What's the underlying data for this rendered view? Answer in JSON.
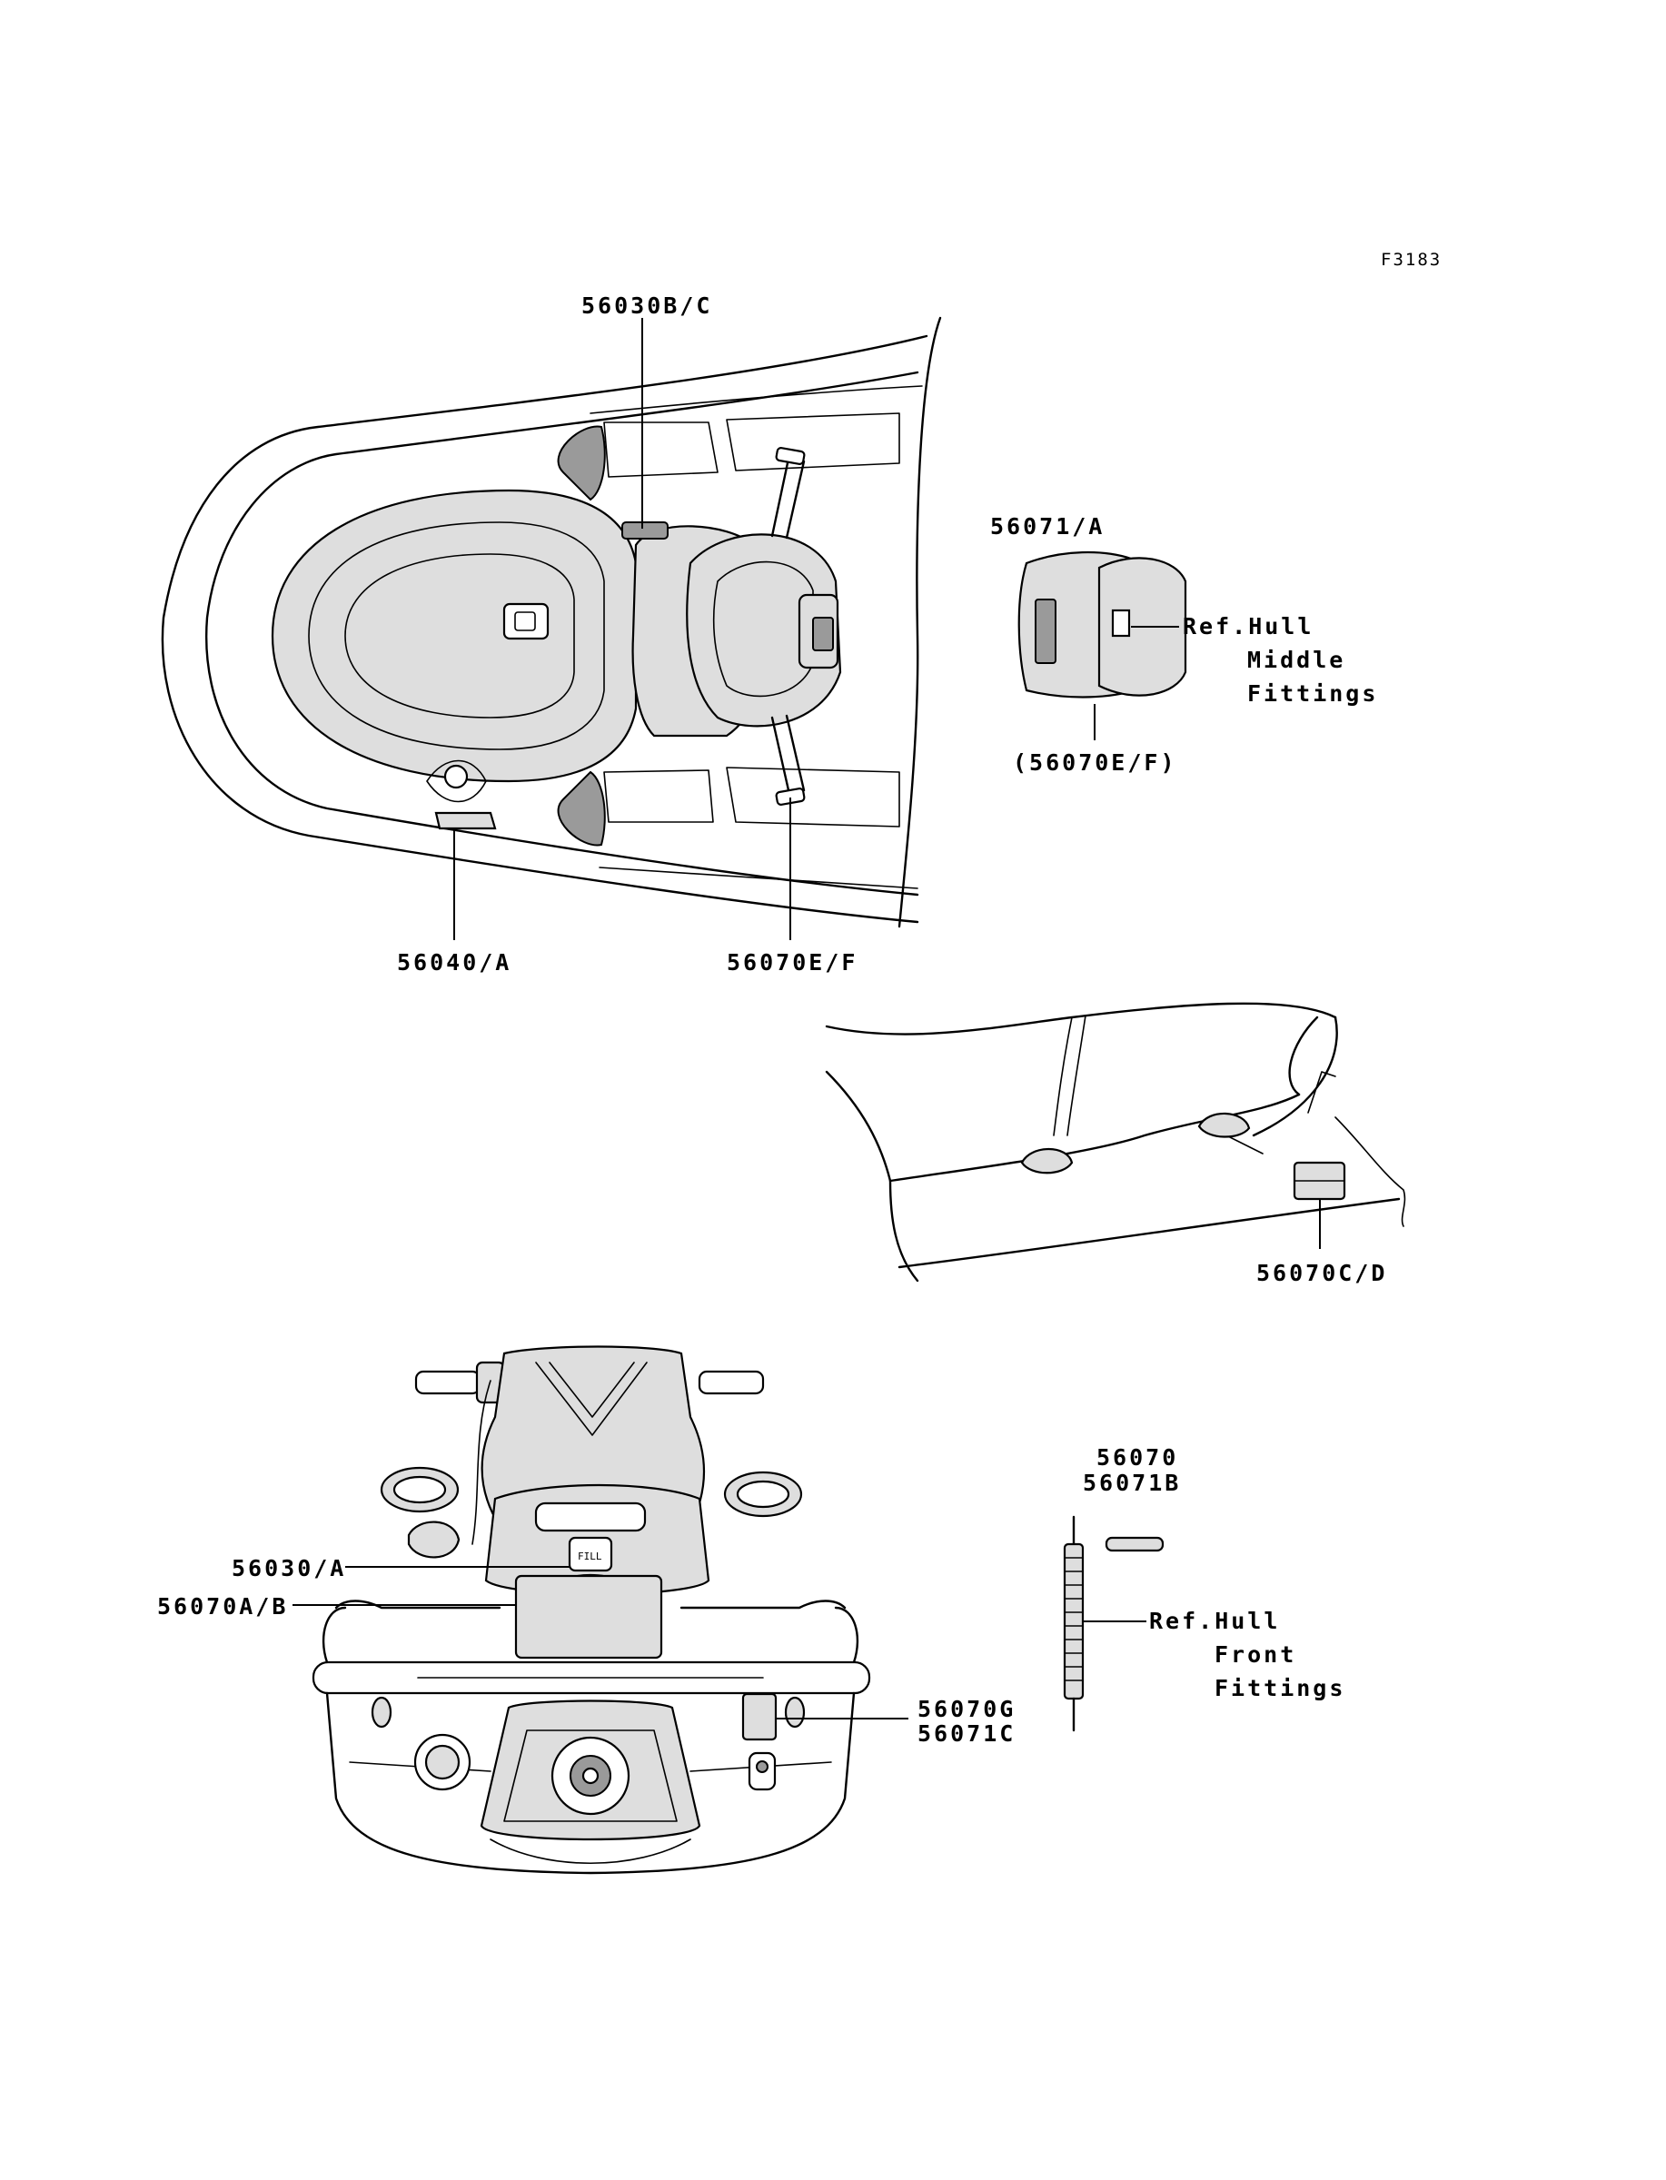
{
  "figure_id": "F3183",
  "top_view": {
    "labels": {
      "seat_lock": "56030B/C",
      "rear_step": "56040/A",
      "handle_grip": "56070E/F"
    }
  },
  "fitting_detail_middle": {
    "part": "56071/A",
    "part_paren": "(56070E/F)",
    "ref_lines": [
      "Ref.Hull",
      "Middle",
      "Fittings"
    ]
  },
  "side_view": {
    "labels": {
      "side_decal": "56070C/D"
    }
  },
  "rear_view": {
    "labels": {
      "fuel_cap": "56030/A",
      "rear_panel": "56070A/B",
      "right_decal_1": "56070G",
      "right_decal_2": "56071C"
    }
  },
  "fitting_detail_front": {
    "parts": [
      "56070",
      "56071B"
    ],
    "ref_lines": [
      "Ref.Hull",
      "Front",
      "Fittings"
    ]
  },
  "icons": {
    "lock-icon": "seat lock",
    "fill-icon": "fuel fill"
  }
}
